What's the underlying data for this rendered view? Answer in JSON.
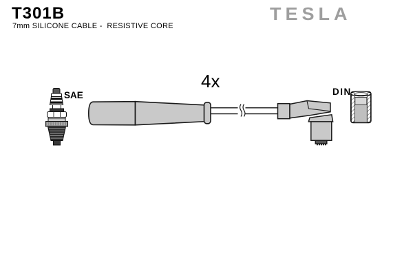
{
  "header": {
    "part_number": "T301B",
    "subtitle": "7mm SILICONE CABLE -  RESISTIVE CORE",
    "brand": "TESLA"
  },
  "diagram": {
    "quantity_label": "4x",
    "spark_plug_end_label": "SAE",
    "distributor_end_label": "DIN"
  },
  "colors": {
    "background": "#ffffff",
    "outline": "#1a1a1a",
    "boot_fill": "#c9c9c9",
    "brand_gray": "#9e9e9e",
    "text": "#000000"
  }
}
